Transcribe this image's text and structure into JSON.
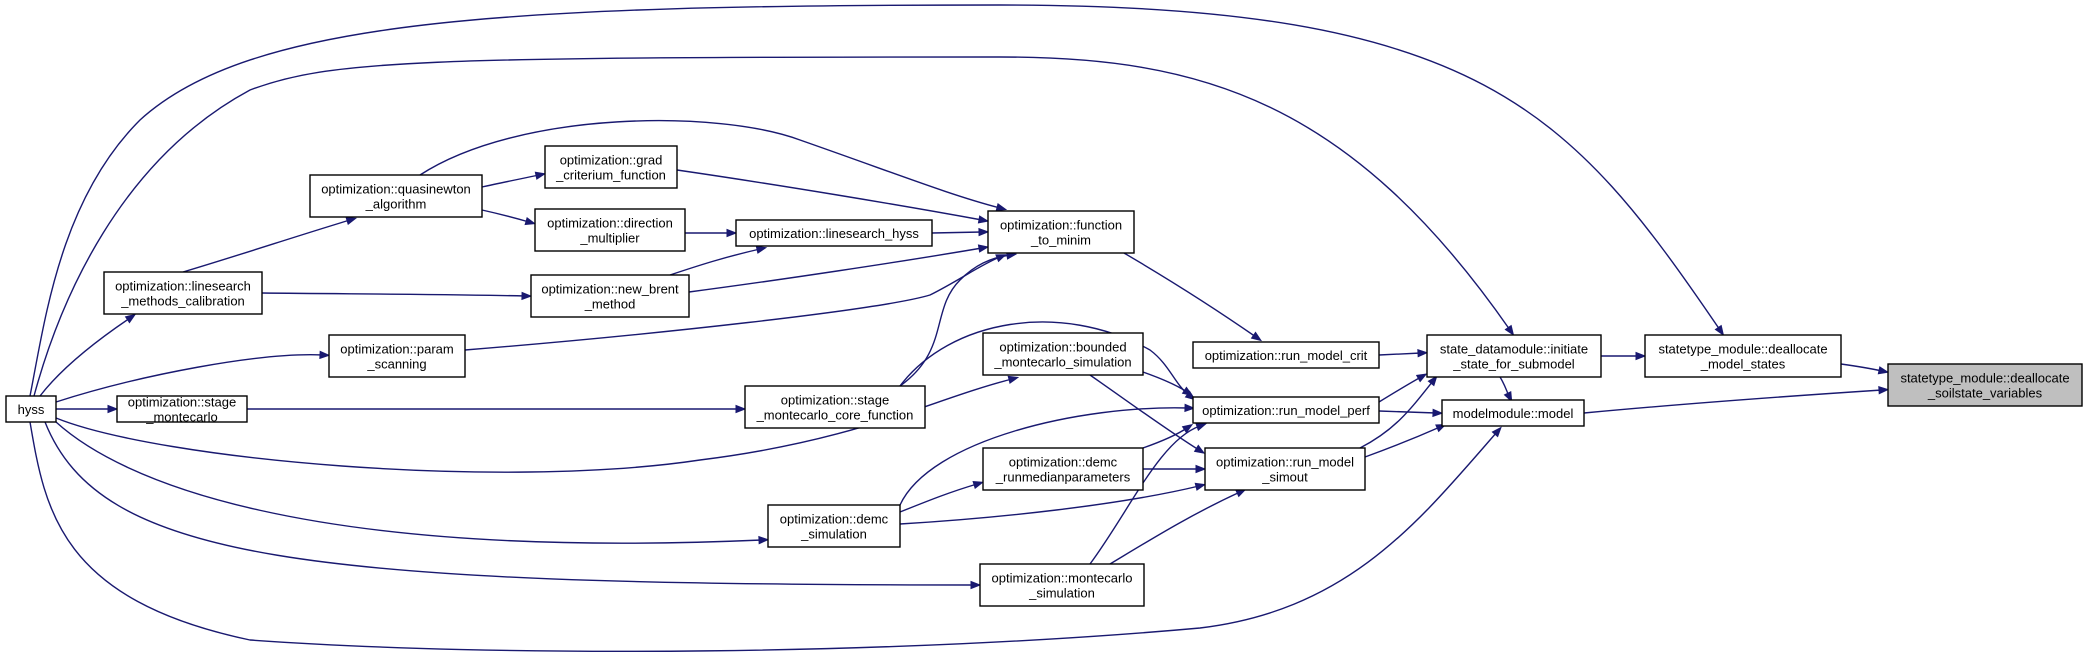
{
  "graph": {
    "nodes": [
      {
        "id": "root",
        "lines": [
          "statetype_module::deallocate",
          "_soilstate_variables"
        ],
        "highlight": true
      },
      {
        "id": "stdealloc",
        "lines": [
          "statetype_module::deallocate",
          "_model_states"
        ]
      },
      {
        "id": "initstate",
        "lines": [
          "state_datamodule::initiate",
          "_state_for_submodel"
        ]
      },
      {
        "id": "model",
        "lines": [
          "modelmodule::model"
        ]
      },
      {
        "id": "runcrit",
        "lines": [
          "optimization::run_model_crit"
        ]
      },
      {
        "id": "runperf",
        "lines": [
          "optimization::run_model_perf"
        ]
      },
      {
        "id": "runsimout",
        "lines": [
          "optimization::run_model",
          "_simout"
        ]
      },
      {
        "id": "funcmin",
        "lines": [
          "optimization::function",
          "_to_minim"
        ]
      },
      {
        "id": "bounded",
        "lines": [
          "optimization::bounded",
          "_montecarlo_simulation"
        ]
      },
      {
        "id": "stagecore",
        "lines": [
          "optimization::stage",
          "_montecarlo_core_function"
        ]
      },
      {
        "id": "demcrun",
        "lines": [
          "optimization::demc",
          "_runmedianparameters"
        ]
      },
      {
        "id": "demcsim",
        "lines": [
          "optimization::demc",
          "_simulation"
        ]
      },
      {
        "id": "mcsim",
        "lines": [
          "optimization::montecarlo",
          "_simulation"
        ]
      },
      {
        "id": "linesearch",
        "lines": [
          "optimization::linesearch_hyss"
        ]
      },
      {
        "id": "grad",
        "lines": [
          "optimization::grad",
          "_criterium_function"
        ]
      },
      {
        "id": "direction",
        "lines": [
          "optimization::direction",
          "_multiplier"
        ]
      },
      {
        "id": "brent",
        "lines": [
          "optimization::new_brent",
          "_method"
        ]
      },
      {
        "id": "quasi",
        "lines": [
          "optimization::quasinewton",
          "_algorithm"
        ]
      },
      {
        "id": "lsmethods",
        "lines": [
          "optimization::linesearch",
          "_methods_calibration"
        ]
      },
      {
        "id": "param",
        "lines": [
          "optimization::param",
          "_scanning"
        ]
      },
      {
        "id": "stagemc",
        "lines": [
          "optimization::stage",
          "_montecarlo"
        ]
      },
      {
        "id": "hyss",
        "lines": [
          "hyss"
        ]
      }
    ],
    "edges": [
      {
        "from": "stdealloc",
        "to": "root"
      },
      {
        "from": "model",
        "to": "root"
      },
      {
        "from": "initstate",
        "to": "stdealloc"
      },
      {
        "from": "hyss",
        "to": "stdealloc"
      },
      {
        "from": "runcrit",
        "to": "initstate"
      },
      {
        "from": "runperf",
        "to": "initstate"
      },
      {
        "from": "runsimout",
        "to": "initstate"
      },
      {
        "from": "hyss",
        "to": "initstate"
      },
      {
        "from": "initstate",
        "to": "model"
      },
      {
        "from": "runperf",
        "to": "model"
      },
      {
        "from": "runsimout",
        "to": "model"
      },
      {
        "from": "hyss",
        "to": "model"
      },
      {
        "from": "funcmin",
        "to": "runcrit"
      },
      {
        "from": "bounded",
        "to": "runperf"
      },
      {
        "from": "stagecore",
        "to": "runperf"
      },
      {
        "from": "demcrun",
        "to": "runperf"
      },
      {
        "from": "demcsim",
        "to": "runperf"
      },
      {
        "from": "mcsim",
        "to": "runperf"
      },
      {
        "from": "bounded",
        "to": "runsimout"
      },
      {
        "from": "demcrun",
        "to": "runsimout"
      },
      {
        "from": "demcsim",
        "to": "runsimout"
      },
      {
        "from": "mcsim",
        "to": "runsimout"
      },
      {
        "from": "grad",
        "to": "funcmin"
      },
      {
        "from": "linesearch",
        "to": "funcmin"
      },
      {
        "from": "brent",
        "to": "funcmin"
      },
      {
        "from": "param",
        "to": "funcmin"
      },
      {
        "from": "stagecore",
        "to": "funcmin"
      },
      {
        "from": "quasi",
        "to": "funcmin"
      },
      {
        "from": "direction",
        "to": "linesearch"
      },
      {
        "from": "brent",
        "to": "linesearch"
      },
      {
        "from": "quasi",
        "to": "grad"
      },
      {
        "from": "quasi",
        "to": "direction"
      },
      {
        "from": "lsmethods",
        "to": "brent"
      },
      {
        "from": "lsmethods",
        "to": "quasi"
      },
      {
        "from": "hyss",
        "to": "lsmethods"
      },
      {
        "from": "hyss",
        "to": "param"
      },
      {
        "from": "hyss",
        "to": "stagemc"
      },
      {
        "from": "stagemc",
        "to": "stagecore"
      },
      {
        "from": "hyss",
        "to": "bounded"
      },
      {
        "from": "hyss",
        "to": "demcsim"
      },
      {
        "from": "demcsim",
        "to": "demcrun"
      },
      {
        "from": "hyss",
        "to": "mcsim"
      }
    ]
  }
}
